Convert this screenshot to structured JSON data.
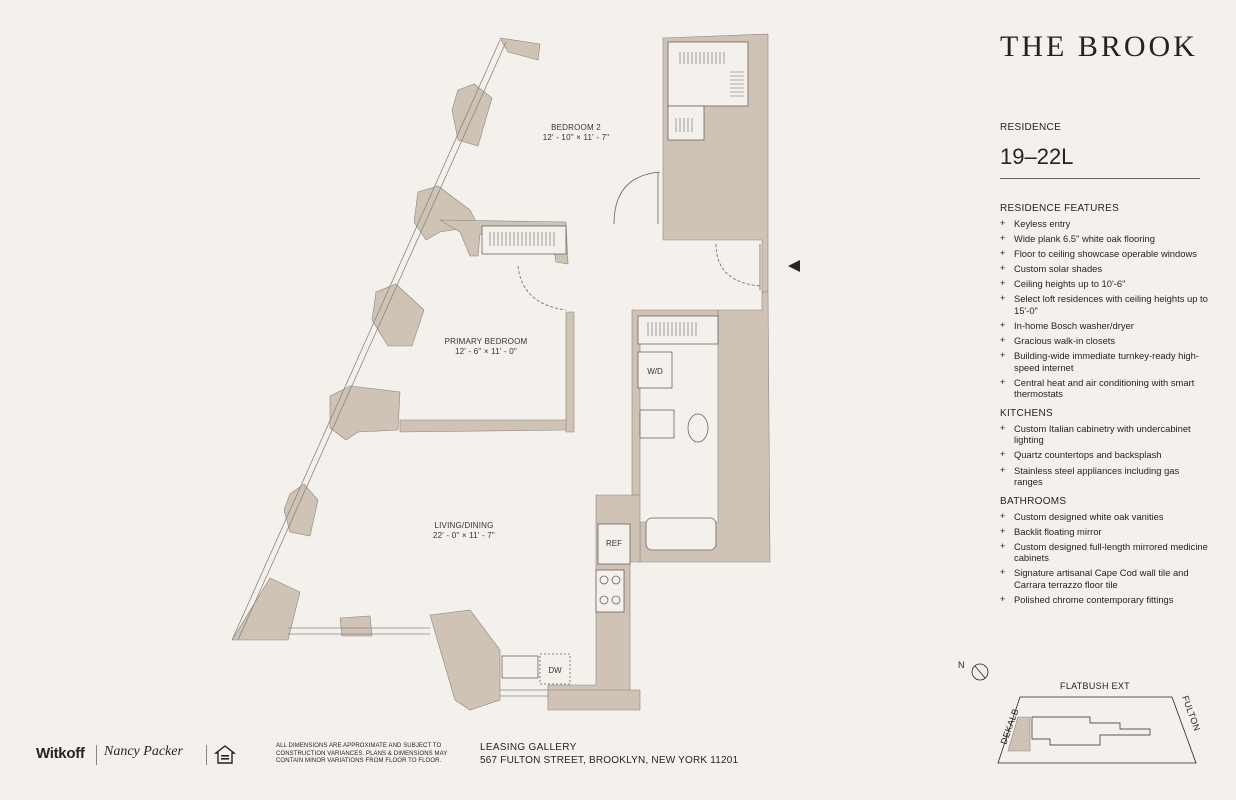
{
  "brand": "THE BROOK",
  "residence": {
    "label": "RESIDENCE",
    "number": "19–22L"
  },
  "rooms": {
    "bedroom2": {
      "name": "BEDROOM 2",
      "dims": "12' - 10\" × 11' - 7\""
    },
    "primary": {
      "name": "PRIMARY BEDROOM",
      "dims": "12' - 6\" × 11' - 0\""
    },
    "living": {
      "name": "LIVING/DINING",
      "dims": "22' - 0\" × 11' - 7\""
    }
  },
  "appliances": {
    "wd": "W/D",
    "ref": "REF",
    "dw": "DW"
  },
  "features": {
    "residence_title": "RESIDENCE FEATURES",
    "residence_items": [
      "Keyless entry",
      "Wide plank 6.5\" white oak flooring",
      "Floor to ceiling showcase operable windows",
      "Custom solar shades",
      "Ceiling heights up to 10'-6\"",
      "Select loft residences with ceiling heights up to 15'-0\"",
      "In-home Bosch washer/dryer",
      "Gracious walk-in closets",
      "Building-wide immediate turnkey-ready high-speed internet",
      "Central heat and air conditioning with smart thermostats"
    ],
    "kitchens_title": "KITCHENS",
    "kitchens_items": [
      "Custom Italian cabinetry with undercabinet lighting",
      "Quartz countertops and backsplash",
      "Stainless steel appliances including gas ranges"
    ],
    "bathrooms_title": "BATHROOMS",
    "bathrooms_items": [
      "Custom designed white oak vanities",
      "Backlit floating mirror",
      "Custom designed full-length mirrored medicine cabinets",
      "Signature artisanal Cape Cod wall tile and Carrara terrazzo floor tile",
      "Polished chrome contemporary fittings"
    ]
  },
  "keymap": {
    "north": "N",
    "streets": {
      "top": "FLATBUSH EXT",
      "left": "DEKALB",
      "right": "FULTON"
    }
  },
  "footer": {
    "logo1": "Witkoff",
    "logo2": "Nancy Packer",
    "disclaimer": "ALL DIMENSIONS ARE APPROXIMATE AND SUBJECT TO CONSTRUCTION VARIANCES. PLANS & DIMENSIONS MAY CONTAIN MINOR VARIATIONS FROM FLOOR TO FLOOR.",
    "gallery_title": "LEASING GALLERY",
    "gallery_address": "567 FULTON STREET, BROOKLYN, NEW YORK 11201"
  },
  "colors": {
    "background": "#f4f1ec",
    "wall": "#cfc3b6",
    "line": "#6c6262",
    "text": "#2a2121"
  }
}
